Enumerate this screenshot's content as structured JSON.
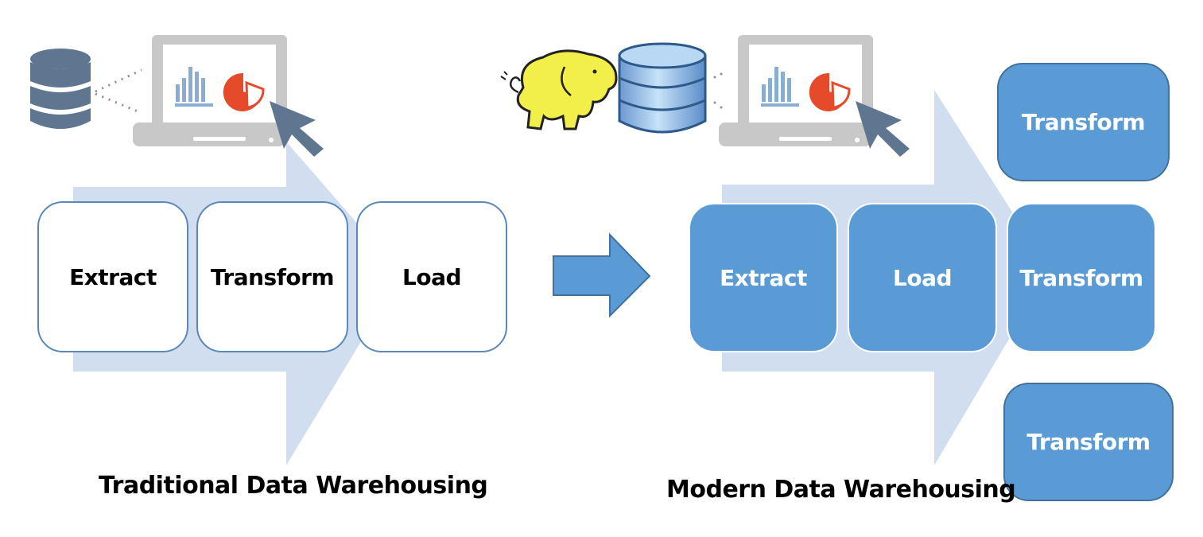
{
  "traditional": {
    "caption": "Traditional Data Warehousing",
    "steps": [
      "Extract",
      "Transform",
      "Load"
    ],
    "icons": [
      "database-icon",
      "laptop-analytics-icon",
      "cursor-icon"
    ]
  },
  "modern": {
    "caption": "Modern Data Warehousing",
    "steps": [
      "Extract",
      "Load",
      "Transform"
    ],
    "parallel_transforms": [
      "Transform",
      "Transform"
    ],
    "icons": [
      "hadoop-elephant-icon",
      "database-icon",
      "laptop-analytics-icon",
      "cursor-icon"
    ]
  },
  "connector": {
    "icon": "right-arrow-icon"
  },
  "colors": {
    "arrow_bg": "#d1deef",
    "box_blue": "#5b9bd5",
    "box_border": "#41719c",
    "icon_slate": "#5f7690",
    "chart_blue": "#8aaed3",
    "pie_red": "#e54a2a",
    "laptop_gray": "#c8c8c8",
    "elephant_yellow": "#f2ef4a"
  }
}
